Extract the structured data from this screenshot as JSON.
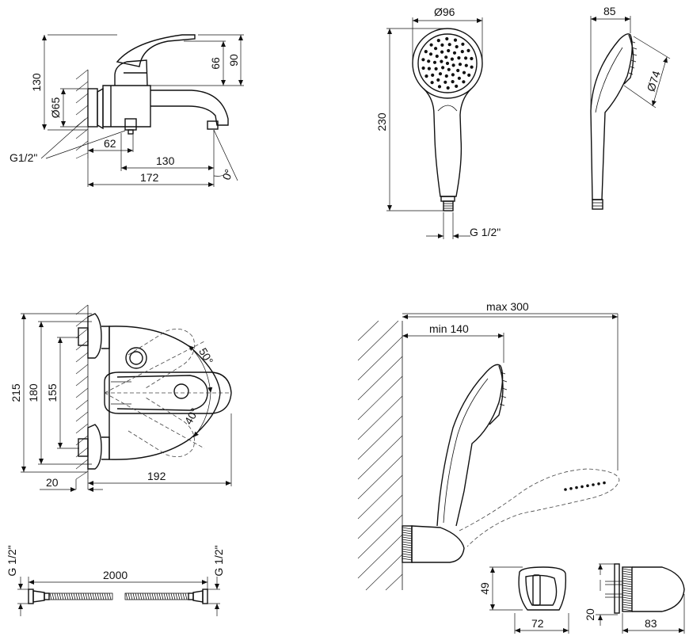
{
  "dimensions": {
    "top_left": {
      "height_130": "130",
      "diameter_65": "Ø65",
      "height_66": "66",
      "height_90": "90",
      "thread": "G1/2\"",
      "depth_62": "62",
      "spout_130": "130",
      "total_172": "172",
      "angle_0": "0°"
    },
    "top_right": {
      "diameter_96": "Ø96",
      "length_230": "230",
      "thread": "G 1/2\"",
      "width_85": "85",
      "diameter_74": "Ø74"
    },
    "middle_left": {
      "height_215": "215",
      "height_180": "180",
      "height_155": "155",
      "angle_50": "50°",
      "angle_40": "40°",
      "depth_20": "20",
      "width_192": "192"
    },
    "bottom_left": {
      "thread_left": "G 1/2\"",
      "thread_right": "G 1/2\"",
      "length_2000": "2000"
    },
    "bottom_right": {
      "max_300": "max 300",
      "min_140": "min 140",
      "height_49": "49",
      "width_72": "72",
      "height_20": "20",
      "width_83": "83"
    }
  }
}
